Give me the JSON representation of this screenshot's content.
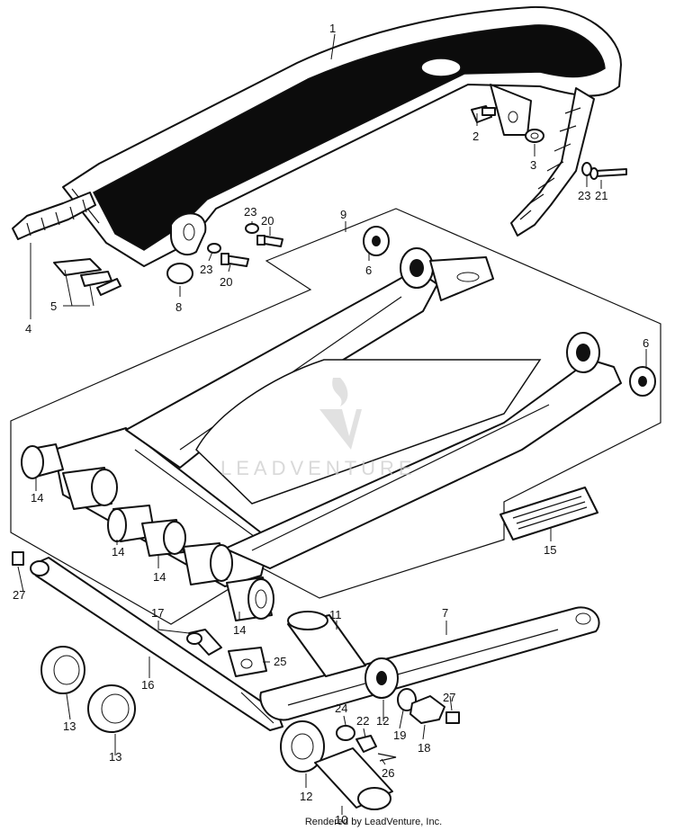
{
  "callouts": {
    "c1": "1",
    "c2": "2",
    "c3": "3",
    "c4": "4",
    "c5": "5",
    "c6a": "6",
    "c6b": "6",
    "c7": "7",
    "c8": "8",
    "c9": "9",
    "c10": "10",
    "c11": "11",
    "c12a": "12",
    "c12b": "12",
    "c13a": "13",
    "c13b": "13",
    "c14a": "14",
    "c14b": "14",
    "c14c": "14",
    "c14d": "14",
    "c15": "15",
    "c16": "16",
    "c17": "17",
    "c18": "18",
    "c19": "19",
    "c20a": "20",
    "c20b": "20",
    "c21": "21",
    "c22": "22",
    "c23a": "23",
    "c23b": "23",
    "c23c": "23",
    "c24": "24",
    "c25": "25",
    "c26": "26",
    "c27a": "27",
    "c27b": "27"
  },
  "watermark": {
    "text": "LEADVENTURE"
  },
  "credit": "Rendered by LeadVenture, Inc."
}
